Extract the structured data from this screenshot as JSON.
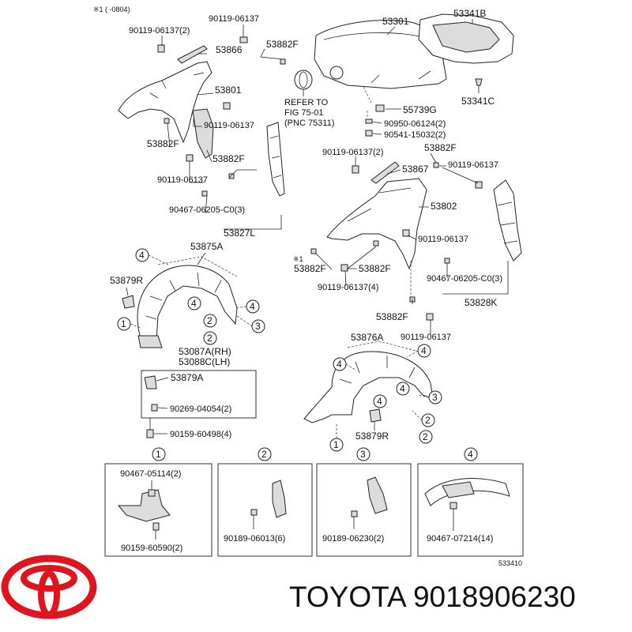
{
  "diagram_id": "533410",
  "note_top": "※1 (      -0804)",
  "labels": {
    "p90119_a": "90119-06137",
    "p90119_a2": "90119-06137(2)",
    "p53866": "53866",
    "p53882F_a": "53882F",
    "p53301": "53301",
    "p53341B": "53341B",
    "p53801": "53801",
    "p90119_b": "90119-06137",
    "p53882F_b": "53882F",
    "p53882F_c": "53882F",
    "p90119_c": "90119-06137",
    "p90467_L": "90467-06205-C0(3)",
    "p53827L": "53827L",
    "refer1": "REFER TO",
    "refer2": "FIG 75-01",
    "refer3": "(PNC 75311)",
    "p55739G": "55739G",
    "p53341C": "53341C",
    "p90950": "90950-06124(2)",
    "p90541": "90541-15032(2)",
    "p90119_d2": "90119-06137(2)",
    "p53882F_d": "53882F",
    "p53867": "53867",
    "p90119_d": "90119-06137",
    "p53802": "53802",
    "p90119_e": "90119-06137",
    "p53882F_e": "53882F",
    "p53882F_f": "53882F",
    "p90119_f4": "90119-06137(4)",
    "p90467_R": "90467-06205-C0(3)",
    "p53828K": "53828K",
    "p53882F_g": "53882F",
    "p90119_g": "90119-06137",
    "p53875A": "53875A",
    "p53879R_a": "53879R",
    "p53087A": "53087A(RH)",
    "p53088C": "53088C(LH)",
    "p53879A": "53879A",
    "p90269": "90269-04054(2)",
    "p90159_a": "90159-60498(4)",
    "p53876A": "53876A",
    "p53879R_b": "53879R"
  },
  "callouts": [
    "1",
    "2",
    "3",
    "4"
  ],
  "detail_boxes": [
    {
      "num": "1",
      "top": "90467-05114(2)",
      "bottom": "90159-60590(2)"
    },
    {
      "num": "2",
      "side": "90189-06013(6)"
    },
    {
      "num": "3",
      "side": "90189-06230(2)"
    },
    {
      "num": "4",
      "side": "90467-07214(14)"
    }
  ],
  "brand": {
    "name": "TOYOTA",
    "part_number": "9018906230",
    "logo_color": "#e0141e"
  }
}
